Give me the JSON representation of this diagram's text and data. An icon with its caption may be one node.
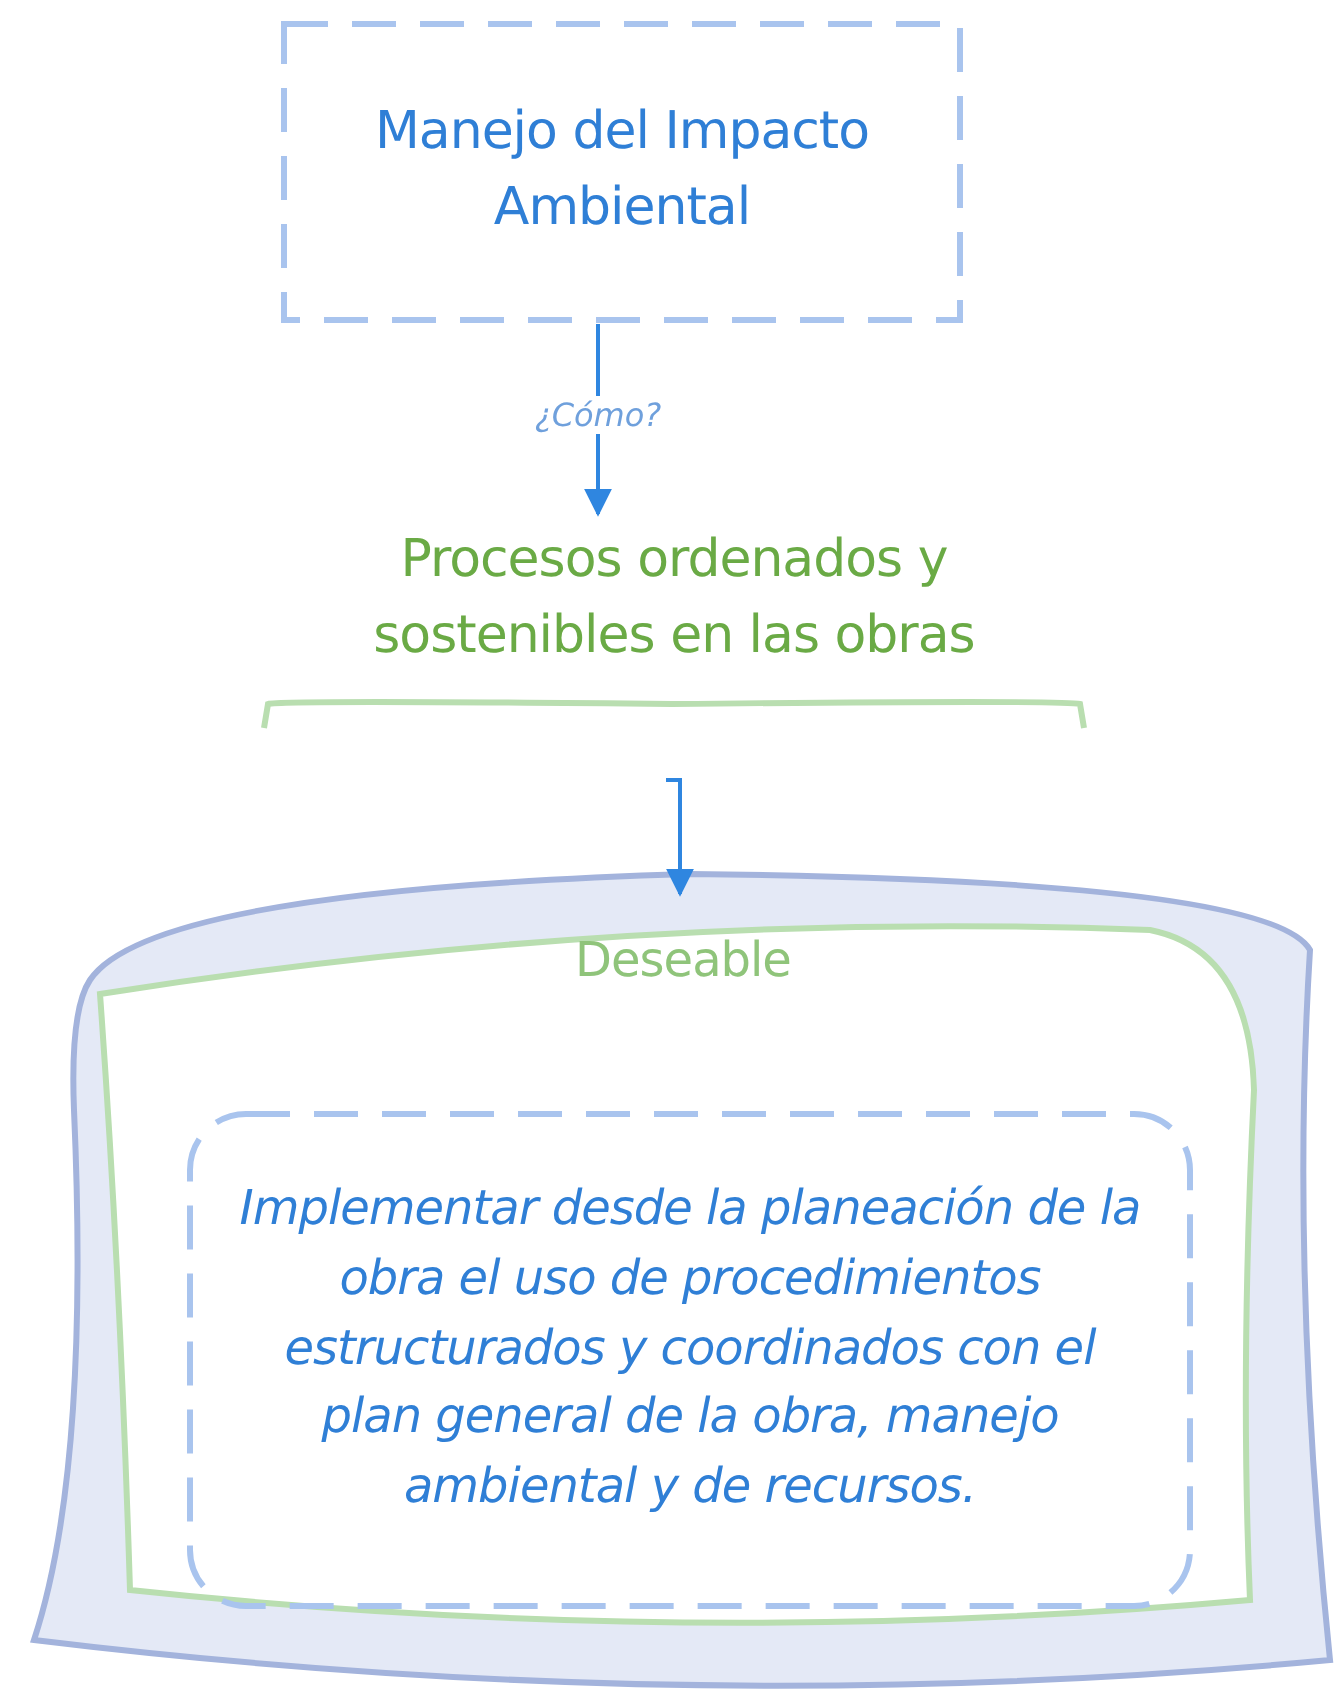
{
  "diagram": {
    "nodes": [
      {
        "text": [
          "Manejo del Impacto Ambiental"
        ]
      },
      {
        "text": [
          "Procesos ordenados y sostenibles en las obras"
        ]
      },
      {
        "text": [
          "Deseable"
        ]
      },
      {
        "text": [
          "Implementar desde la planeación de la obra el uso de procedimientos estructurados y coordinados con el plan general de la obra, manejo ambiental y de recursos."
        ],
        "in": 2
      }
    ],
    "edges": [
      {
        "from": 0,
        "to": 1,
        "arrow": "to",
        "label": "¿Cómo?"
      },
      {
        "from": 1,
        "to": 2,
        "arrow": "to"
      }
    ]
  }
}
